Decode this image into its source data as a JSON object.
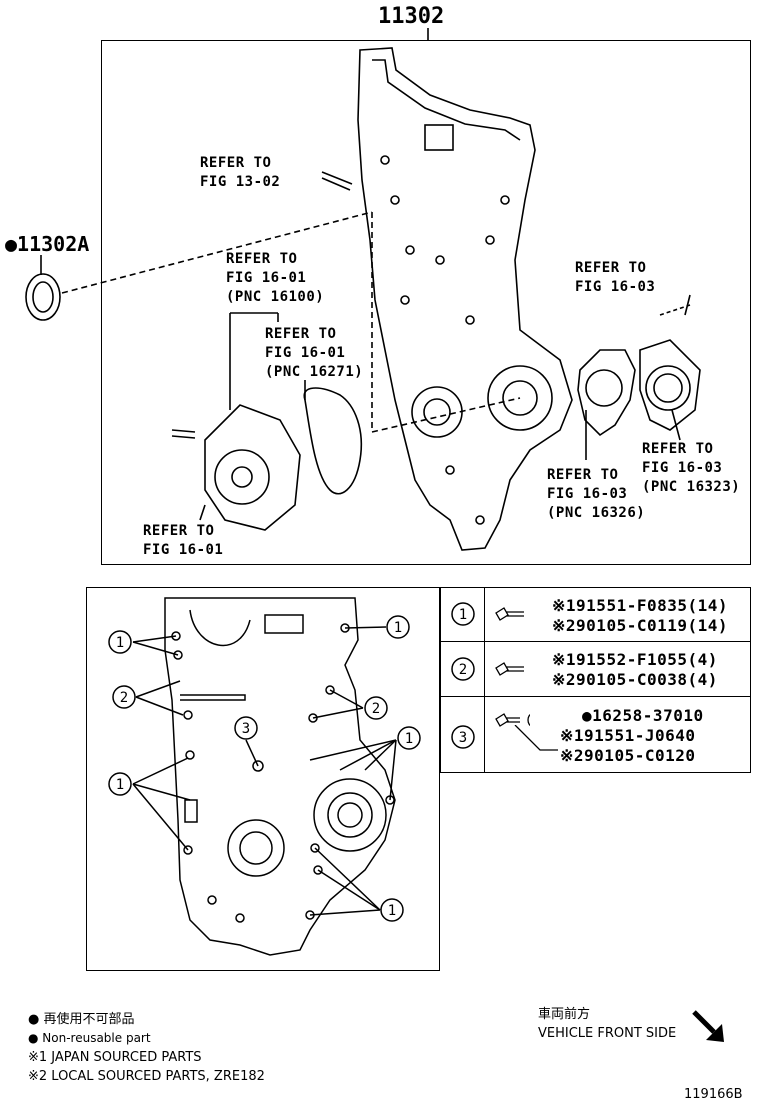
{
  "diagram": {
    "main_part_number": "11302",
    "side_part_number": "●11302A",
    "refs": {
      "r1": [
        "REFER TO",
        "FIG 13-02"
      ],
      "r2": [
        "REFER TO",
        "FIG 16-01",
        "(PNC 16100)"
      ],
      "r3": [
        "REFER TO",
        "FIG 16-01",
        "(PNC 16271)"
      ],
      "r4": [
        "REFER TO",
        "FIG 16-03"
      ],
      "r5": [
        "REFER TO",
        "FIG 16-03",
        "(PNC 16323)"
      ],
      "r6": [
        "REFER TO",
        "FIG 16-03",
        "(PNC 16326)"
      ],
      "r7": [
        "REFER TO",
        "FIG 16-01"
      ]
    }
  },
  "callouts": [
    "1",
    "2",
    "3"
  ],
  "bolt_table": [
    {
      "callout": "1",
      "lines": [
        "※191551-F0835(14)",
        "※290105-C0119(14)"
      ]
    },
    {
      "callout": "2",
      "lines": [
        "※191552-F1055(4)",
        "※290105-C0038(4)"
      ]
    },
    {
      "callout": "3",
      "lines": [
        "●16258-37010",
        "※191551-J0640",
        "※290105-C0120"
      ]
    }
  ],
  "legend": {
    "non_reusable_jp": "● 再使用不可部品",
    "non_reusable_en": "● Non-reusable part",
    "note1": "※1 JAPAN SOURCED PARTS",
    "note2": "※2 LOCAL SOURCED PARTS, ZRE182"
  },
  "front": {
    "jp": "車両前方",
    "en": "VEHICLE FRONT SIDE"
  },
  "figure_id": "119166B"
}
